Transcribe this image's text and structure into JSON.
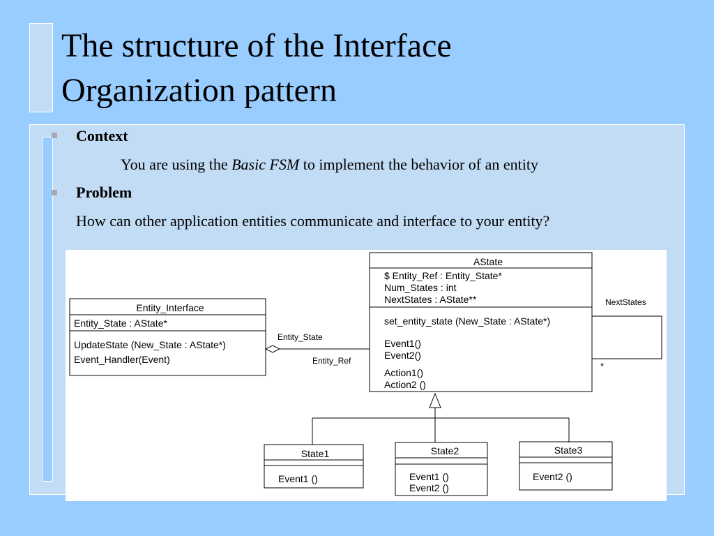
{
  "slide": {
    "title_line1": "The structure of the Interface",
    "title_line2": "Organization pattern"
  },
  "content": {
    "context_heading": "Context",
    "context_text_before": "You are using the ",
    "context_text_em": "Basic FSM",
    "context_text_after": " to implement the behavior of an entity",
    "problem_heading": "Problem",
    "problem_text": "How can other application entities communicate and interface to your entity?"
  },
  "diagram": {
    "entity_interface": {
      "name": "Entity_Interface",
      "attributes": [
        "Entity_State : AState*"
      ],
      "operations": [
        "UpdateState (New_State : AState*)",
        "Event_Handler(Event)"
      ]
    },
    "astate": {
      "name": "AState",
      "attributes": [
        "$ Entity_Ref : Entity_State*",
        "Num_States : int",
        "NextStates : AState**"
      ],
      "operations": [
        "set_entity_state (New_State : AState*)",
        "Event1()",
        "Event2()",
        "Action1()",
        "Action2 ()"
      ]
    },
    "state1": {
      "name": "State1",
      "operations": [
        "Event1 ()"
      ]
    },
    "state2": {
      "name": "State2",
      "operations": [
        "Event1 ()",
        "Event2 ()"
      ]
    },
    "state3": {
      "name": "State3",
      "operations": [
        "Event2 ()"
      ]
    },
    "labels": {
      "entity_state_role": "Entity_State",
      "entity_ref_role": "Entity_Ref",
      "next_states_role": "NextStates",
      "multiplicity": "*"
    }
  }
}
